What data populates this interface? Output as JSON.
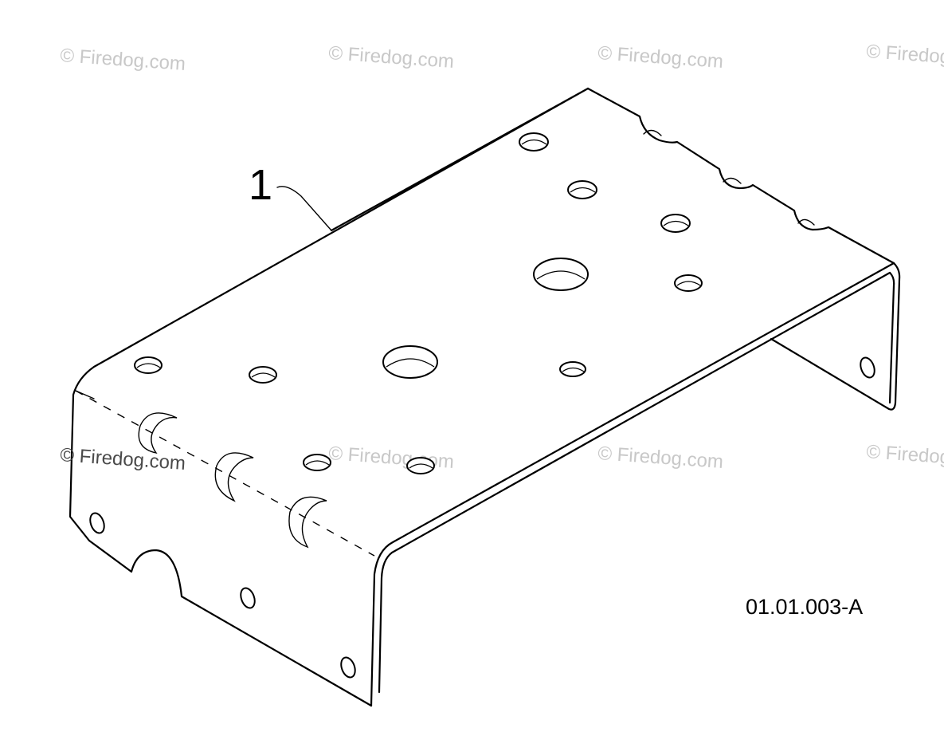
{
  "watermark_text": "© Firedog.com",
  "callout": {
    "number": "1"
  },
  "diagram_ref": "01.01.003-A"
}
